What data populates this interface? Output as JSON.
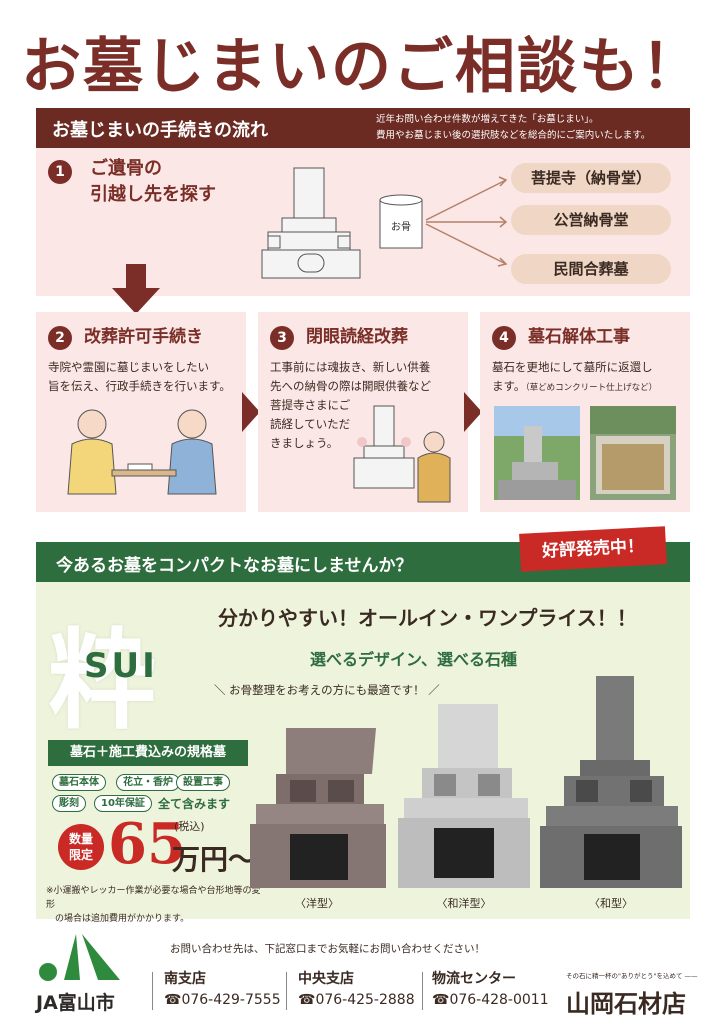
{
  "title": "お墓じまいのご相談も！",
  "flow": {
    "title": "お墓じまいの手続きの流れ",
    "note": [
      "近年お問い合わせ件数が増えてきた「お墓じまい」。",
      "費用やお墓じまい後の選択肢などを総合的にご案内いたします。"
    ],
    "step1": {
      "num": "1",
      "title": [
        "ご遺骨の",
        "引越し先を探す"
      ],
      "urn_label": "お骨"
    },
    "destinations": [
      "菩提寺（納骨堂）",
      "公営納骨堂",
      "民間合葬墓"
    ],
    "step2": {
      "num": "2",
      "title": "改葬許可手続き",
      "text": [
        "寺院や霊園に墓じまいをしたい",
        "旨を伝え、行政手続きを行います。"
      ]
    },
    "step3": {
      "num": "3",
      "title": "閉眼読経改葬",
      "text": [
        "工事前には魂抜き、新しい供養",
        "先への納骨の際は開眼供養など",
        "菩提寺さまにご",
        "読経していただ",
        "きましょう。"
      ]
    },
    "step4": {
      "num": "4",
      "title": "墓石解体工事",
      "text": [
        "墓石を更地にして墓所に返還し",
        "ます。"
      ],
      "small": "（草どめコンクリート仕上げなど）"
    }
  },
  "sui": {
    "header": "今あるお墓をコンパクトなお墓にしませんか？",
    "ribbon": "好評発売中！",
    "kanji": "粋",
    "brand": "SUI",
    "headline": "分かりやすい！オールイン・ワンプライス！！",
    "sub": "選べるデザイン、選べる石種",
    "note": "＼ お骨整理をお考えの方にも最適です！ ／",
    "spec_label": "墓石＋施工費込みの規格墓",
    "items": [
      "墓石本体",
      "花立・香炉",
      "設置工事",
      "彫刻",
      "10年保証"
    ],
    "all_included": "全て含みます",
    "limited": [
      "数量",
      "限定"
    ],
    "price": "65",
    "tax": "(税込)",
    "unit": "万円～",
    "fine": [
      "※小運搬やレッカー作業が必要な場合や台形地等の変形",
      "　の場合は追加費用がかかります。"
    ],
    "captions": [
      "〈洋型〉",
      "〈和洋型〉",
      "〈和型〉"
    ]
  },
  "footer": {
    "message": "お問い合わせ先は、下記窓口までお気軽にお問い合わせください！",
    "ja_name": "JA富山市",
    "branches": [
      {
        "name": "南支店",
        "tel": "☎076-429-7555"
      },
      {
        "name": "中央支店",
        "tel": "☎076-425-2888"
      },
      {
        "name": "物流センター",
        "tel": "☎076-428-0011"
      }
    ],
    "shop_tag": "その石に精一杯の\"ありがとう\"を込めて ——",
    "shop_name": "山岡石材店"
  },
  "colors": {
    "maroon": "#7a2e27",
    "green": "#2e6d3e",
    "red": "#c92a25",
    "pink": "#fbe8e6",
    "lightgreen": "#eef4dc"
  }
}
